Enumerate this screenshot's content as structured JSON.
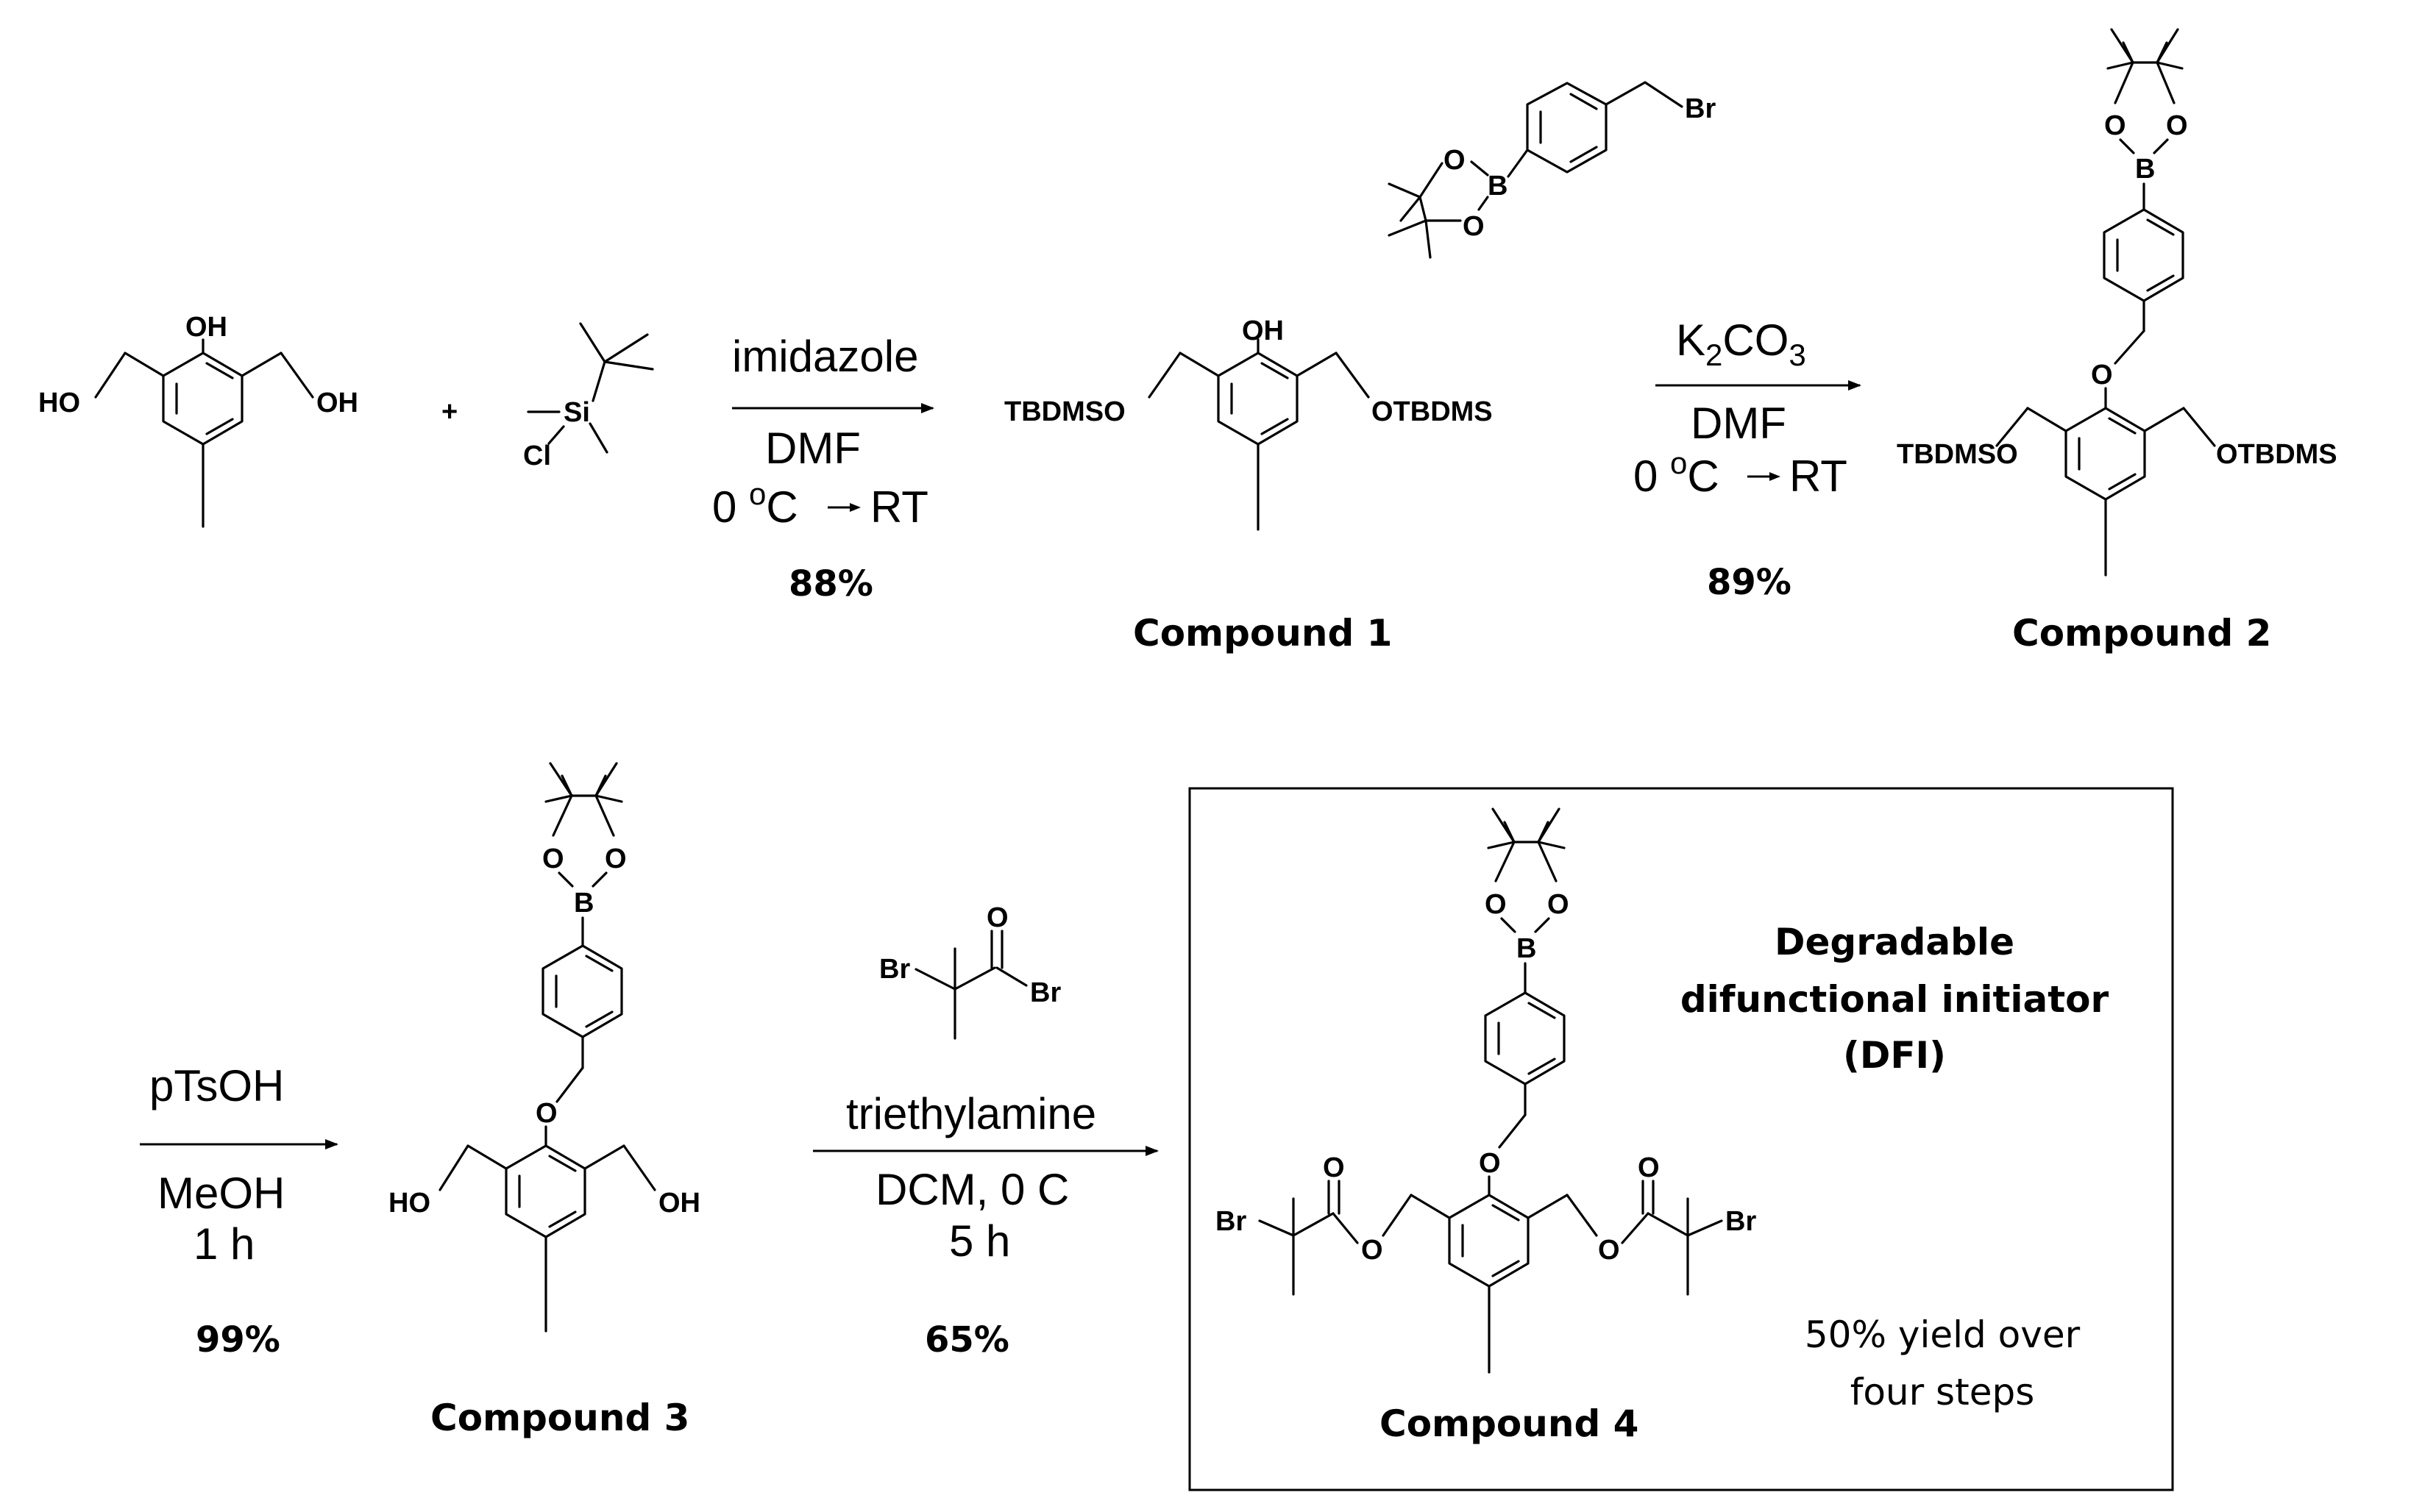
{
  "atoms": {
    "oh": "OH",
    "ho": "HO",
    "plus": "+",
    "si": "Si",
    "cl": "Cl",
    "tbdmso": "TBDMSO",
    "otbdms": "OTBDMS",
    "o": "O",
    "b": "B",
    "br": "Br"
  },
  "steps": {
    "s1": {
      "reagent": "imidazole",
      "solvent": "DMF",
      "temp_start": "0 ",
      "temp_unit": "o",
      "temp_c": "C",
      "temp_end": "RT",
      "yield": "88%"
    },
    "s2": {
      "k": "K",
      "k_sub": "2",
      "co": "CO",
      "co_sub": "3",
      "solvent": "DMF",
      "temp_start": "0 ",
      "temp_unit": "o",
      "temp_c": "C",
      "temp_end": "RT",
      "yield": "89%"
    },
    "s3": {
      "reagent": "pTsOH",
      "solvent": "MeOH",
      "time": "1 h",
      "yield": "99%"
    },
    "s4": {
      "reagent": "triethylamine",
      "solvent": "DCM, 0 C",
      "time": "5 h",
      "yield": "65%"
    }
  },
  "compounds": {
    "c1": "Compound 1",
    "c2": "Compound 2",
    "c3": "Compound 3",
    "c4": "Compound 4"
  },
  "dfi": {
    "line1": "Degradable",
    "line2": "difunctional initiator",
    "line3": "(DFI)"
  },
  "overall": {
    "line1": "50% yield over",
    "line2": "four steps"
  }
}
